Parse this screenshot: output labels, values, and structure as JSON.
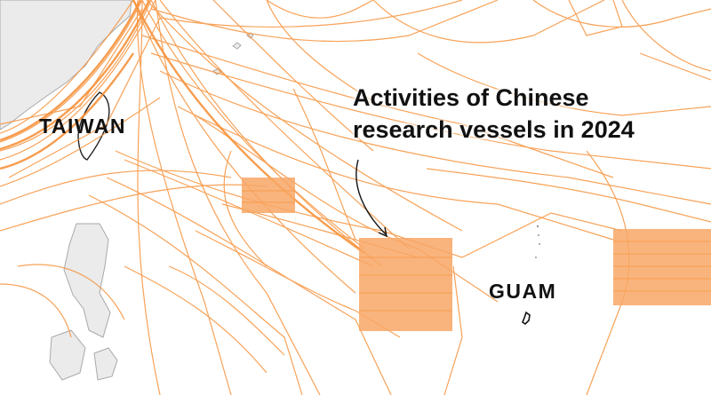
{
  "map": {
    "annotation": {
      "line1": "Activities of Chinese",
      "line2": "research vessels in 2024"
    },
    "labels": {
      "taiwan": "TAIWAN",
      "guam": "GUAM"
    },
    "colors": {
      "ocean": "#ffffff",
      "land": "#ebebeb",
      "coastline": "#a9a9a9",
      "vessel_track": "#f7923b",
      "survey_area": "#f8a766",
      "text": "#111111"
    }
  }
}
